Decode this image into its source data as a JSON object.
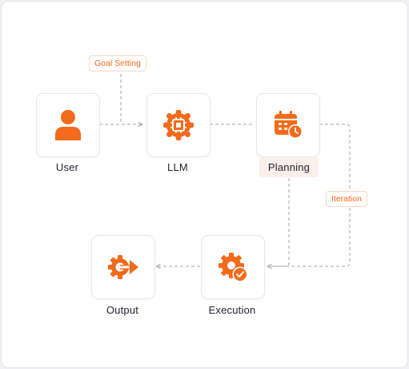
{
  "colors": {
    "accent": "#f26a1b",
    "connector": "#a6a6ad",
    "text": "#222233"
  },
  "nodes": {
    "user": {
      "label": "User",
      "icon": "user-icon"
    },
    "llm": {
      "label": "LLM",
      "icon": "chip-icon"
    },
    "planning": {
      "label": "Planning",
      "icon": "calendar-clock-icon"
    },
    "execution": {
      "label": "Execution",
      "icon": "gear-check-icon"
    },
    "output": {
      "label": "Output",
      "icon": "gear-arrow-icon"
    }
  },
  "tags": {
    "goal_setting": "Goal Setting",
    "iteration": "Iteration"
  }
}
